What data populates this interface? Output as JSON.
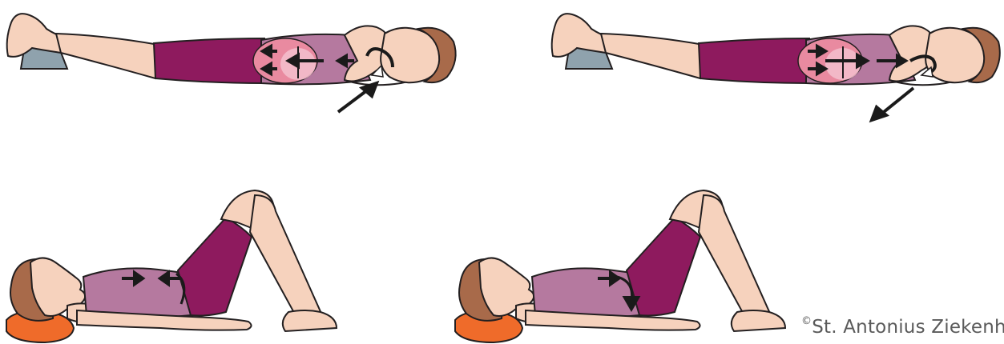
{
  "illustration": {
    "panels": [
      {
        "name": "prone-inhale",
        "arrow_direction": "in"
      },
      {
        "name": "prone-exhale",
        "arrow_direction": "out"
      },
      {
        "name": "supine-inhale",
        "arrow_direction": "in"
      },
      {
        "name": "supine-exhale",
        "arrow_direction": "down"
      }
    ],
    "colors": {
      "skin": "#f6d2bd",
      "suit": "#8e1a5e",
      "suit_light": "#b5799f",
      "belly_highlight": "#e98aa0",
      "hair": "#a86a4a",
      "block": "#8fa2ad",
      "pillow": "#ef6b2a",
      "outline": "#231f20",
      "arrow": "#1a1a1a"
    }
  },
  "copyright": {
    "symbol": "©",
    "text": "St. Antonius Ziekenhu"
  }
}
